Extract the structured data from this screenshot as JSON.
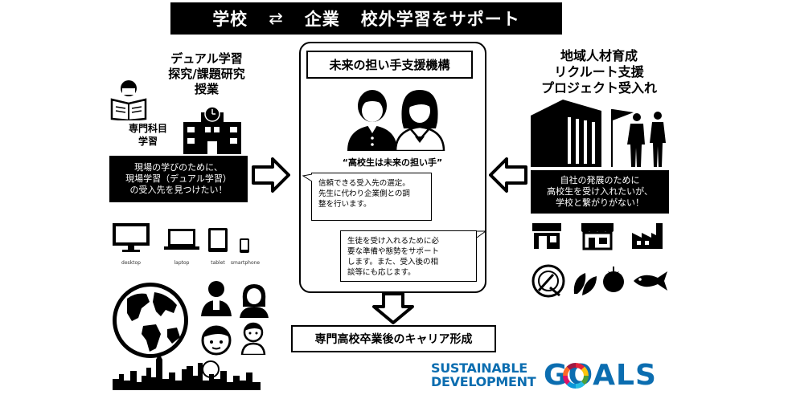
{
  "banner": {
    "school": "学校",
    "arrows": "⇄",
    "company": "企業",
    "support": "校外学習をサポート"
  },
  "left": {
    "title_lines": [
      "デュアル学習",
      "探究/課題研究",
      "授業"
    ],
    "subject_lines": [
      "専門科目",
      "学習"
    ],
    "box_lines": [
      "現場の学びのために、",
      "現場学習（デュアル学習）",
      "の受入先を見つけたい！"
    ],
    "devices": [
      "desktop",
      "laptop",
      "tablet",
      "smartphone"
    ]
  },
  "center": {
    "title": "未来の担い手支援機構",
    "caption": "“高校生は未来の担い手”",
    "bubble1_lines": [
      "信頼できる受入先の選定。",
      "先生に代わり企業側との調",
      "整を行います。"
    ],
    "bubble2_lines": [
      "生徒を受け入れるために必",
      "要な準備や態勢をサポート",
      "します。また、受入後の相",
      "談等にも応じます。"
    ],
    "career": "専門高校卒業後のキャリア形成"
  },
  "right": {
    "title_lines": [
      "地域人材育成",
      "リクルート支援",
      "プロジェクト受入れ"
    ],
    "box_lines": [
      "自社の発展のために",
      "高校生を受け入れたいが、",
      "学校と繋がりがない！"
    ]
  },
  "sdg": {
    "line1": "SUSTAINABLE",
    "line2": "DEVELOPMENT",
    "goals": "GOALS"
  },
  "colors": {
    "sdg_blue": "#0b6db0",
    "ink": "#000000"
  }
}
